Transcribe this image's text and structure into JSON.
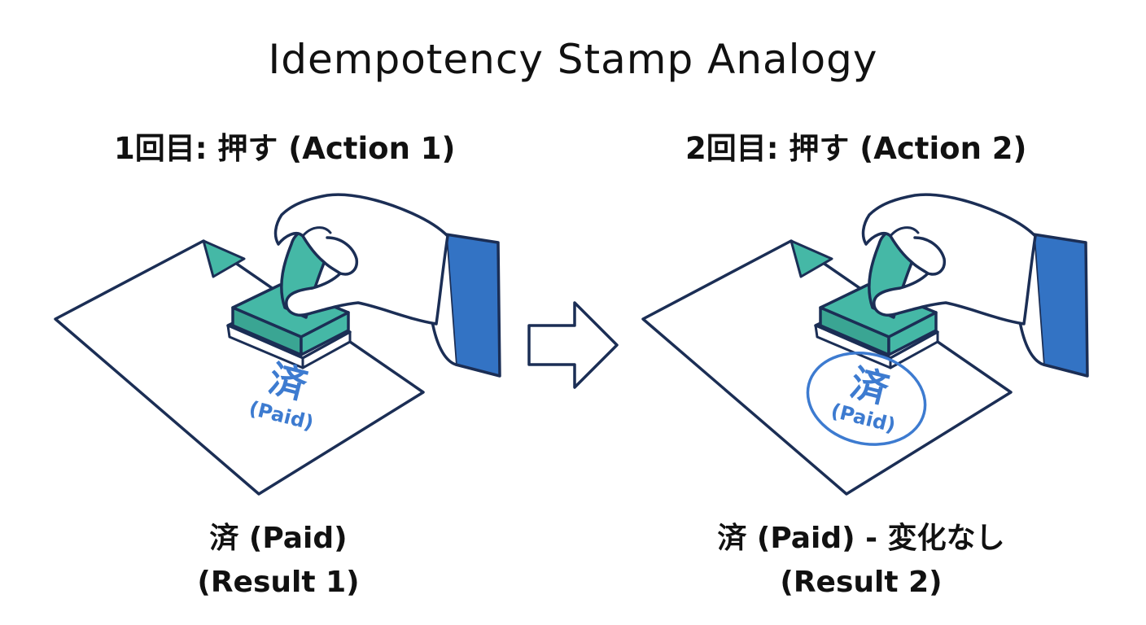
{
  "title": "Idempotency Stamp Analogy",
  "left": {
    "heading": "1回目: 押す (Action 1)",
    "stamp_kanji": "済",
    "stamp_sub": "(Paid)",
    "result_line1": "済 (Paid)",
    "result_line2": "(Result 1)"
  },
  "right": {
    "heading": "2回目: 押す (Action 2)",
    "stamp_kanji": "済",
    "stamp_sub": "(Paid)",
    "result_line1": "済 (Paid) - 変化なし",
    "result_line2": "(Result 2)"
  },
  "colors": {
    "outline": "#1b2e55",
    "stamp_teal": "#45b8a6",
    "sleeve_blue": "#3373c4",
    "ink_blue": "#3d7bd0"
  },
  "icons": [
    "hand-stamping-icon",
    "document-icon",
    "right-arrow-icon"
  ]
}
